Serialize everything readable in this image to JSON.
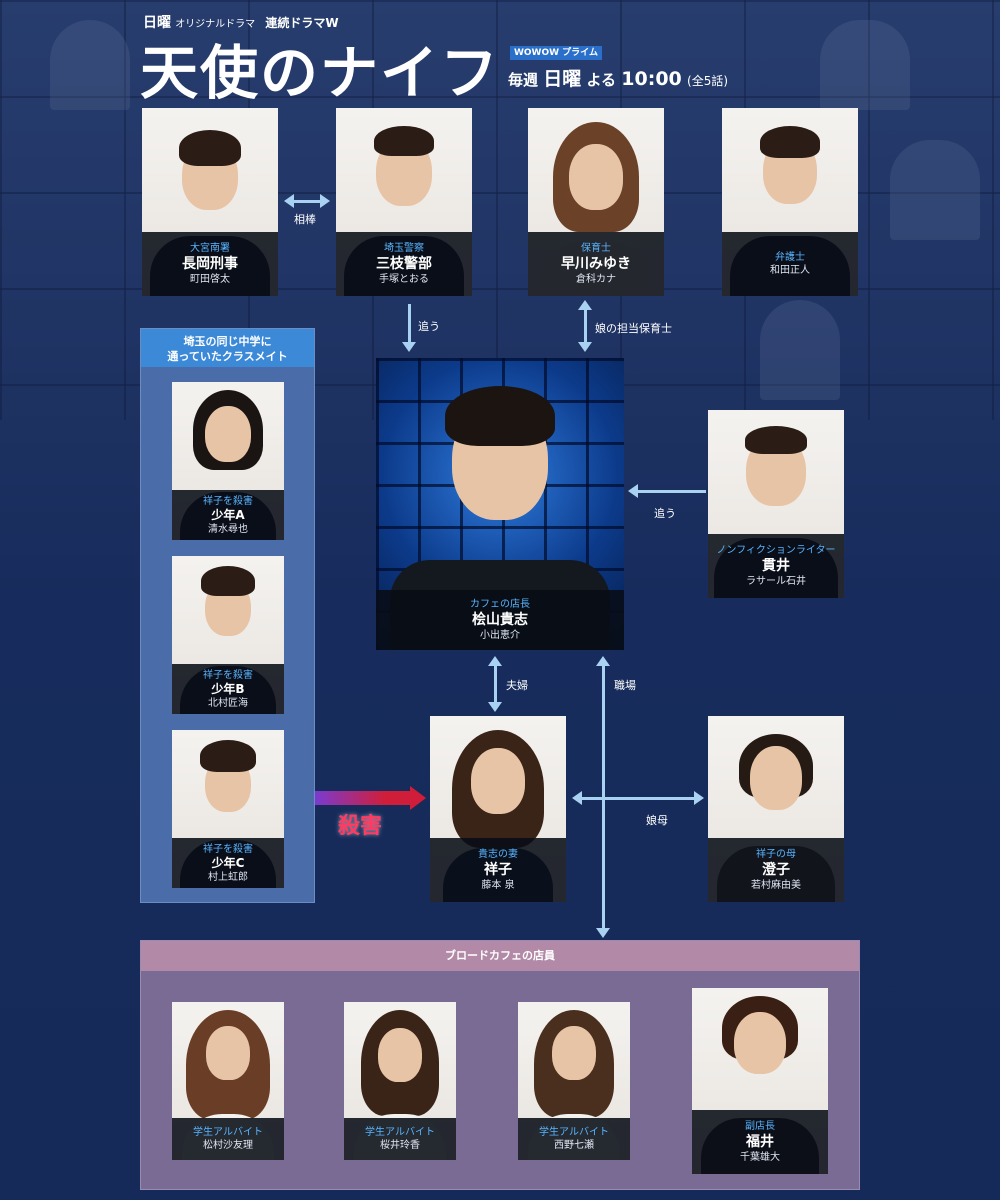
{
  "header": {
    "network_small": "日曜",
    "series_small": "オリジナルドラマ",
    "series_label": "連続ドラマW",
    "title": "天使のナイフ",
    "channel_badge": "WOWOW プライム",
    "airtime_prefix": "毎週",
    "airtime_day": "日曜",
    "airtime_time_prefix": "よる",
    "airtime_time": "10:00",
    "airtime_episodes": "(全5話)"
  },
  "relations": {
    "partner": "相棒",
    "chase1": "追う",
    "caregiver": "娘の担当保育士",
    "chase2": "追う",
    "spouse": "夫婦",
    "workplace": "職場",
    "mother_daughter": "娘母",
    "murder": "殺害"
  },
  "groups": {
    "classmates": "埼玉の同じ中学に\n通っていたクラスメイト",
    "cafe_staff": "ブロードカフェの店員"
  },
  "people": {
    "nagaoka": {
      "role": "大宮南署",
      "name": "長岡刑事",
      "actor": "町田啓太"
    },
    "mieda": {
      "role": "埼玉警察",
      "name": "三枝警部",
      "actor": "手塚とおる"
    },
    "hayakawa": {
      "role": "保育士",
      "name": "早川みゆき",
      "actor": "倉科カナ"
    },
    "lawyer": {
      "role": "弁護士",
      "name": "和田正人",
      "actor": ""
    },
    "hiyama": {
      "role": "カフェの店長",
      "name": "桧山貴志",
      "actor": "小出恵介"
    },
    "nukui": {
      "role": "ノンフィクションライター",
      "name": "貫井",
      "actor": "ラサール石井"
    },
    "boyA": {
      "role": "祥子を殺害",
      "name": "少年A",
      "actor": "清水尋也"
    },
    "boyB": {
      "role": "祥子を殺害",
      "name": "少年B",
      "actor": "北村匠海"
    },
    "boyC": {
      "role": "祥子を殺害",
      "name": "少年C",
      "actor": "村上虹郎"
    },
    "shoko": {
      "role": "貴志の妻",
      "name": "祥子",
      "actor": "藤本 泉"
    },
    "sumiko": {
      "role": "祥子の母",
      "name": "澄子",
      "actor": "若村麻由美"
    },
    "matsumura": {
      "role": "学生アルバイト",
      "name": "",
      "actor": "松村沙友理"
    },
    "sakurai": {
      "role": "学生アルバイト",
      "name": "",
      "actor": "桜井玲香"
    },
    "nishino": {
      "role": "学生アルバイト",
      "name": "",
      "actor": "西野七瀬"
    },
    "fukui": {
      "role": "副店長",
      "name": "福井",
      "actor": "千葉雄大"
    }
  },
  "colors": {
    "role_text": "#58b4ff",
    "arrow": "#a9d2f2",
    "murder": "#d01e3a",
    "classmates_header": "#3c89d8",
    "cafe_header": "#b28aa7"
  }
}
